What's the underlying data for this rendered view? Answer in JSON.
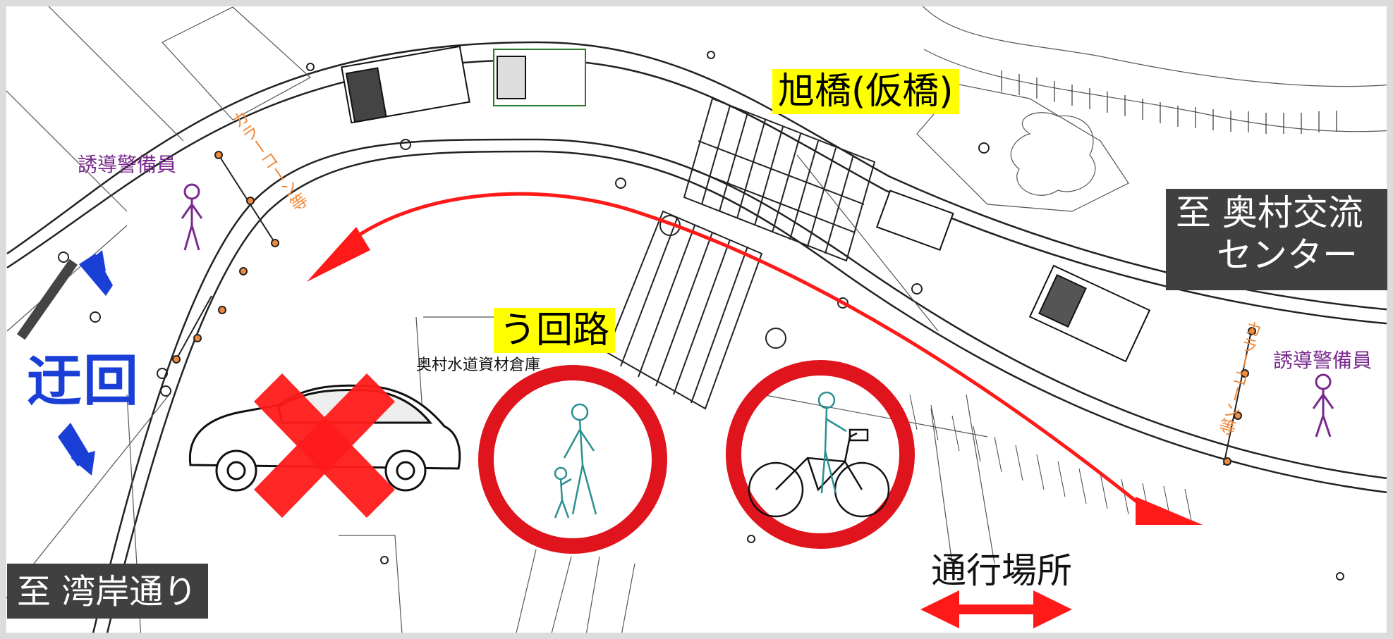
{
  "bridge_label": "旭橋(仮橋)",
  "detour_label": "う回路",
  "detour_marker": "迂回",
  "destination_east": {
    "line1": "至 奥村交流",
    "line2": "センター"
  },
  "destination_west": "至 湾岸通り",
  "guard_label_west": "誘導警備員",
  "guard_label_east": "誘導警備員",
  "color_cone_label_west": "カラーコーン等",
  "color_cone_label_east": "カラーコーン等",
  "warehouse_label": "奥村水道資材倉庫",
  "passage_label": "通行場所",
  "colors": {
    "detour_arrow": "#ff1a1a",
    "prohibited_x": "#ff1a1a",
    "allowed_circle": "#e0141c",
    "marker_blue": "#1a3fd6",
    "guard_purple": "#7a2a8f",
    "cone_orange": "#f08a3c",
    "highlight": "#ffff00",
    "dark_box": "#404040"
  },
  "icons": [
    "car-icon",
    "pedestrian-with-child-icon",
    "cyclist-icon",
    "guard-figure-icon",
    "double-arrow-icon",
    "blue-arrow-icon"
  ]
}
